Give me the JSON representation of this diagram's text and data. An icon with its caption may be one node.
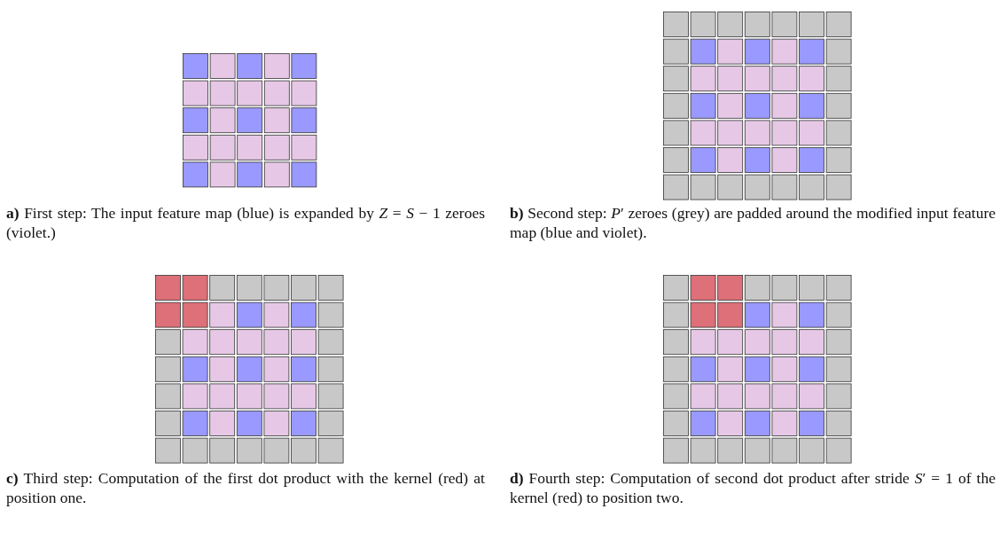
{
  "diagram": {
    "labels": [
      "**a)** First step: The input feature map (blue) is expanded by *Z* = *S* − 1 zeroes (violet.)",
      "**b)** Second step: *P*′ zeroes (grey) are padded around the modified input feature map (blue and violet).",
      "**c)** Third step: Computation of the first dot product with the kernel (red) at position one.",
      "**d)** Fourth step: Computation of second dot product after stride *S*′ = 1 of the kernel (red) to position two."
    ]
  }
}
